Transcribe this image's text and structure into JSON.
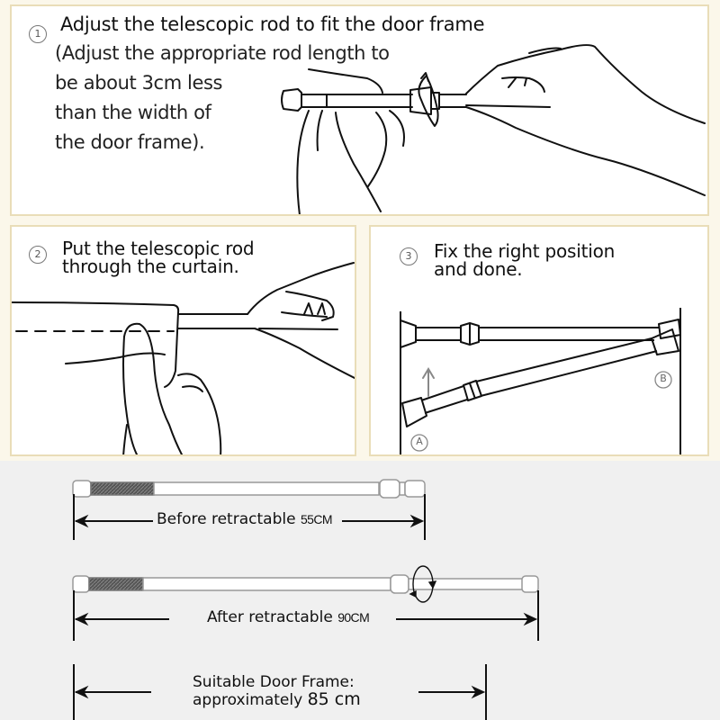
{
  "steps": [
    {
      "number": "1",
      "title": "Adjust the telescopic rod to fit the door frame",
      "details": [
        "(Adjust the appropriate rod length to",
        "be about 3cm less",
        "than the width of",
        "the door frame)."
      ],
      "illustration": "hands-twisting-rod"
    },
    {
      "number": "2",
      "title_lines": [
        "Put the telescopic rod",
        "through the curtain."
      ],
      "illustration": "rod-through-curtain"
    },
    {
      "number": "3",
      "title_lines": [
        "Fix the right position",
        "and done."
      ],
      "illustration": "rod-between-frame",
      "point_labels": [
        "A",
        "B"
      ]
    }
  ],
  "measurements": [
    {
      "label": "Before retractable",
      "value": "55CM"
    },
    {
      "label": "After retractable",
      "value": "90CM"
    }
  ],
  "door_frame": {
    "line1": "Suitable Door Frame:",
    "line2_prefix": "approximately",
    "value": "85 cm"
  },
  "colors": {
    "panel_border": "#e9ddb8",
    "top_background": "#fbf7ea",
    "bottom_background": "#f0f0f0",
    "line": "#111111"
  }
}
